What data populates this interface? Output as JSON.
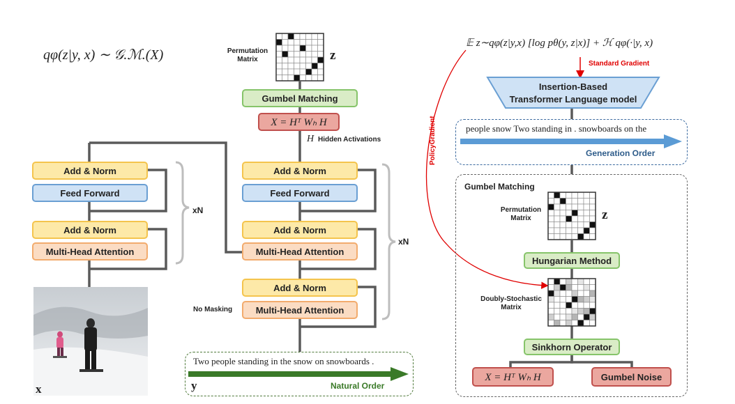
{
  "formula_q": "qφ(z|y, x) ∼ 𝒢.ℳ.(X)",
  "objective": "𝔼 z∼qφ(z|y,x) [log pθ(y, z|x)] + ℋ qφ(·|y, x)",
  "encoder": {
    "add_norm_1": "Add & Norm",
    "feed_forward": "Feed Forward",
    "add_norm_2": "Add & Norm",
    "mha": "Multi-Head Attention",
    "repeat": "xN",
    "input_var": "x"
  },
  "decoder": {
    "permutation_label": "Permutation Matrix",
    "z_var": "z",
    "gumbel_matching": "Gumbel Matching",
    "x_formula": "X = Hᵀ Wₕ H",
    "h_var": "H",
    "hidden_activations": "Hidden Activations",
    "add_norm_1": "Add & Norm",
    "feed_forward": "Feed Forward",
    "add_norm_2": "Add & Norm",
    "mha_1": "Multi-Head Attention",
    "add_norm_3": "Add & Norm",
    "mha_2": "Multi-Head Attention",
    "no_masking": "No Masking",
    "repeat": "xN",
    "sentence": "Two people standing in the snow on snowboards .",
    "y_var": "y",
    "natural_order": "Natural Order"
  },
  "right": {
    "standard_gradient": "Standard Gradient",
    "policy_gradient": "PolicyGradient",
    "model_line1": "Insertion-Based",
    "model_line2": "Transformer Language model",
    "generated_sentence": "people snow Two standing in . snowboards on the",
    "generation_order": "Generation Order",
    "panel_title": "Gumbel Matching",
    "permutation_label": "Permutation Matrix",
    "z_var": "z",
    "hungarian": "Hungarian Method",
    "doubly_label": "Doubly-Stochastic Matrix",
    "sinkhorn": "Sinkhorn Operator",
    "x_formula": "X = Hᵀ Wₕ H",
    "gumbel_noise": "Gumbel Noise"
  },
  "colors": {
    "yellow": "#fde9a8",
    "blue": "#cfe2f5",
    "orange": "#fbdcc3",
    "green": "#d9ecc6",
    "red": "#eba79f",
    "arrow_blue": "#5b9bd5",
    "arrow_green": "#3a7a28",
    "gradient_red": "#e00000"
  }
}
